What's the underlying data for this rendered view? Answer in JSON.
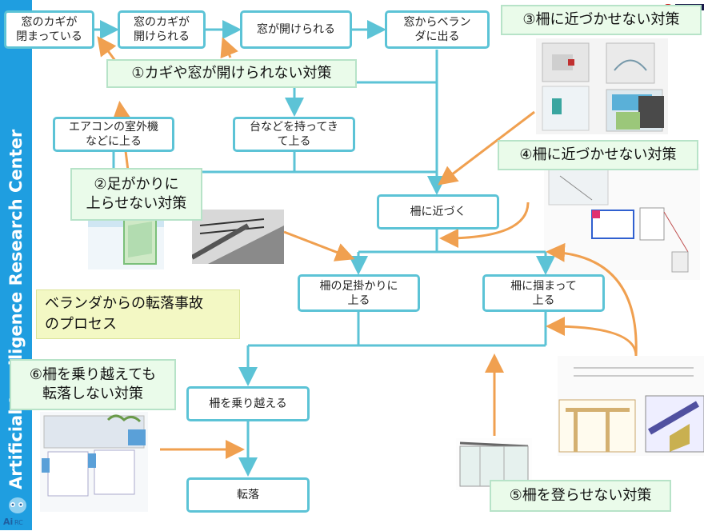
{
  "sidebar": {
    "text": "Artificial Intelligence Research Center",
    "logo_text": "AiRC"
  },
  "flow_nodes": {
    "window_locked": "窓のカギが\n閉まっている",
    "lock_opened": "窓のカギが\n開けられる",
    "window_opened": "窓が開けられる",
    "go_to_veranda": "窓からベラン\nダに出る",
    "aircon_unit": "エアコンの室外機\nなどに上る",
    "platform": "台などを持ってき\nて上る",
    "approach_fence": "柵に近づく",
    "climb_foothold": "柵の足掛かりに\n上る",
    "grab_fence": "柵に掴まって\n上る",
    "over_fence": "柵を乗り越える",
    "fall": "転落"
  },
  "countermeasures": {
    "c1": "①カギや窓が開けられない対策",
    "c2": "②足がかりに\n上らせない対策",
    "c3": "③柵に近づかせない対策",
    "c4": "④柵に近づかせない対策",
    "c5": "⑤柵を登らせない対策",
    "c6": "⑥柵を乗り越えても\n転落しない対策"
  },
  "title": "ベランダからの転落事故\nのプロセス",
  "colors": {
    "sidebar": "#1f9ee0",
    "node_border": "#5cc3d6",
    "flow_line": "#5cc3d6",
    "arrow_orange": "#f0a050",
    "caption_bg": "#eafbea",
    "title_bg": "#f3f8c4"
  }
}
